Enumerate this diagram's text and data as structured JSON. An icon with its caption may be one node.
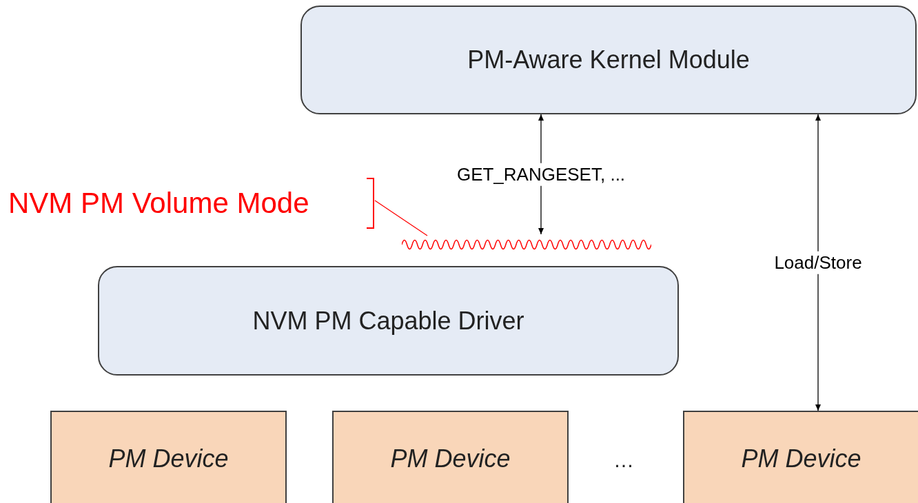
{
  "diagram": {
    "nodes": [
      {
        "text": [
          "PM-Aware Kernel Module"
        ]
      },
      {
        "text": [
          "NVM PM Capable Driver"
        ]
      },
      {
        "text": [
          "PM Device"
        ]
      },
      {
        "text": [
          "PM Device"
        ]
      },
      {
        "text": [
          "PM Device"
        ]
      },
      {
        "text": [
          "NVM PM Volume Mode"
        ]
      },
      {
        "text": [],
        "shape": "wave"
      }
    ],
    "edges": [
      {
        "from": 0,
        "to": 6,
        "arrow": "both",
        "label": "GET_RANGESET, ..."
      },
      {
        "from": 0,
        "to": 4,
        "arrow": "both",
        "label": "Load/Store"
      },
      {
        "from": 5,
        "to": 6,
        "arrow": "none",
        "color": "#ff0000"
      }
    ],
    "labels": [
      "…"
    ]
  }
}
